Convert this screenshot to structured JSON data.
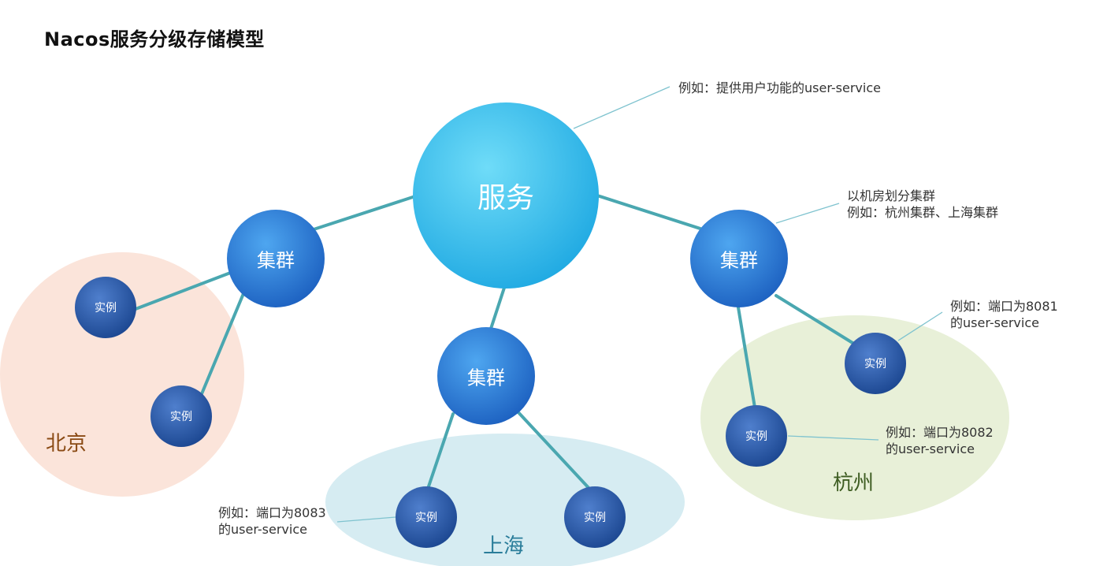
{
  "title": "Nacos服务分级存储模型",
  "nodes": {
    "service": "服务",
    "cluster": "集群",
    "instance": "实例"
  },
  "regions": {
    "beijing": "北京",
    "shanghai": "上海",
    "hangzhou": "杭州"
  },
  "notes": {
    "service_example": "例如：提供用户功能的user-service",
    "cluster_line1": "以机房划分集群",
    "cluster_line2": "例如：杭州集群、上海集群",
    "inst8081_line1": "例如：端口为8081",
    "inst8081_line2": "的user-service",
    "inst8082_line1": "例如：端口为8082",
    "inst8082_line2": "的user-service",
    "inst8083_line1": "例如：端口为8083",
    "inst8083_line2": "的user-service"
  },
  "colors": {
    "service_light": "#5fd4f5",
    "service_dark": "#22aee6",
    "cluster_light": "#4aa0ee",
    "cluster_dark": "#1f67c6",
    "instance_light": "#4a78c8",
    "instance_dark": "#1e4a94",
    "connector": "#4aa7b0",
    "beijing_bg": "#fbe4da",
    "shanghai_bg": "#d6ecf2",
    "hangzhou_bg": "#e8f0d8",
    "beijing_text": "#8a4a14",
    "shanghai_text": "#2a7d9a",
    "hangzhou_text": "#3e5d22"
  }
}
